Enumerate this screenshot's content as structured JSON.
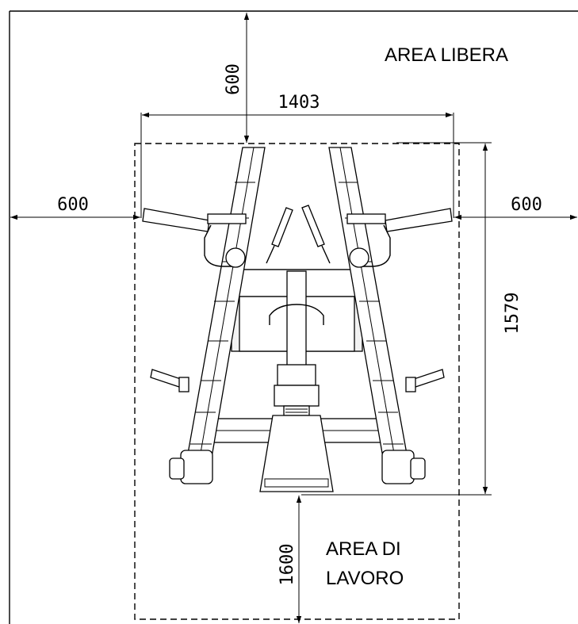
{
  "labels": {
    "free_area": "AREA LIBERA",
    "work_area_line1": "AREA DI",
    "work_area_line2": "LAVORO"
  },
  "dimensions": {
    "top_clearance": "600",
    "machine_width": "1403",
    "left_clearance": "600",
    "right_clearance": "600",
    "machine_depth": "1579",
    "work_depth": "1600"
  }
}
